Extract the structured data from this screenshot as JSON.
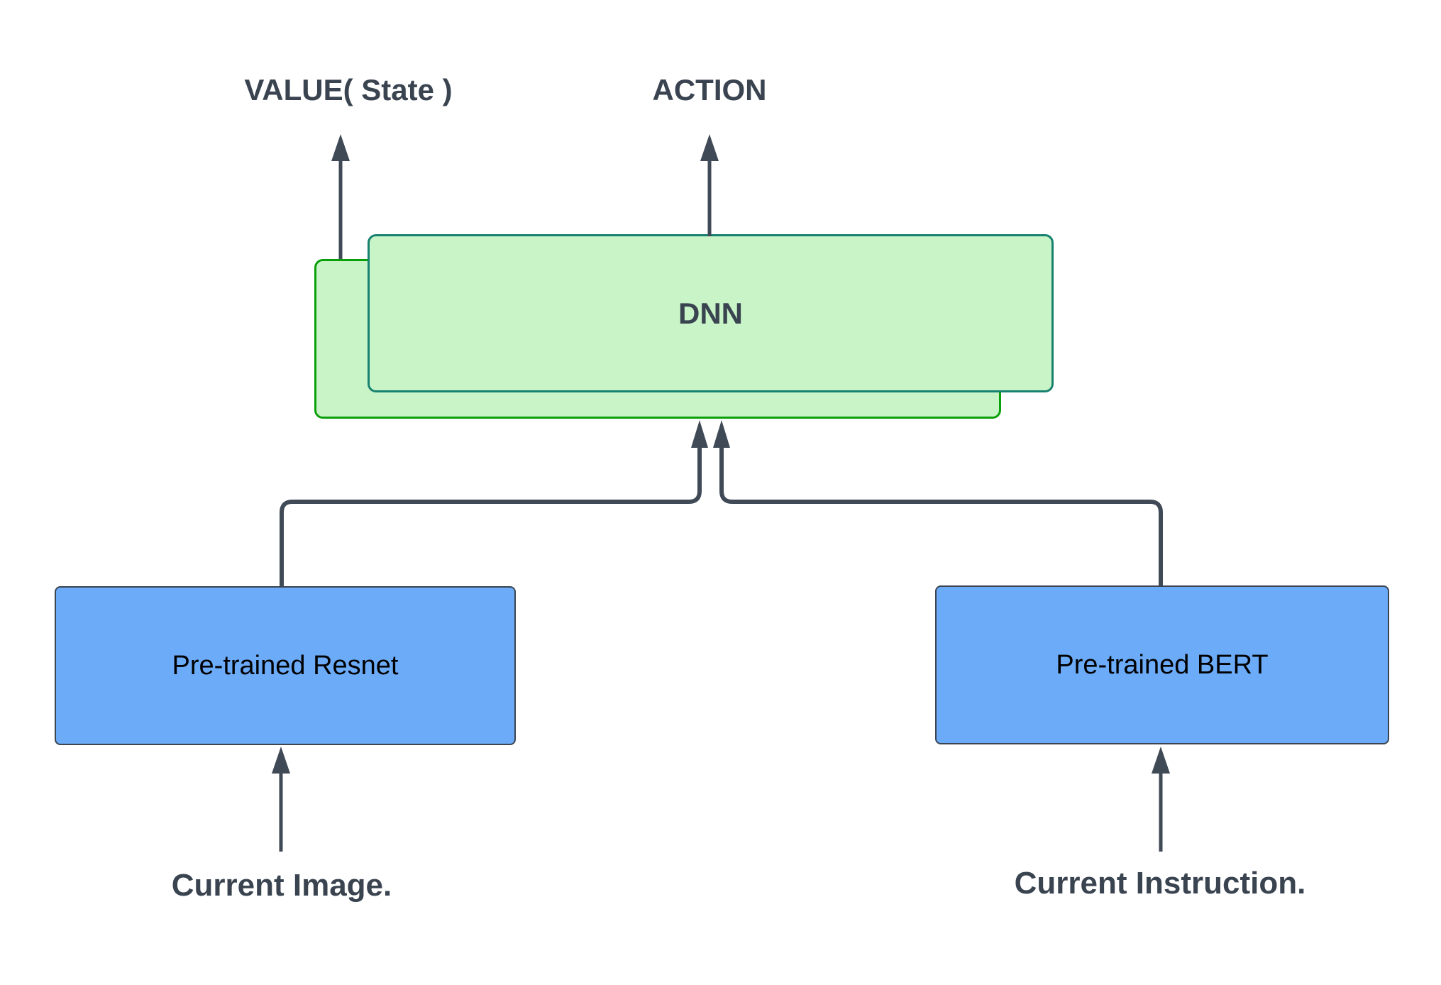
{
  "labels": {
    "value_output": "VALUE( State )",
    "action_output": "ACTION",
    "dnn": "DNN",
    "resnet": "Pre-trained Resnet",
    "bert": "Pre-trained BERT",
    "current_image": "Current Image.",
    "current_instruction": "Current Instruction."
  },
  "colors": {
    "arrow": "#3F4A56",
    "label_text": "#3A4450",
    "green_fill": "#C9F4C8",
    "green_border_back": "#0AA00A",
    "green_border_front": "#17816F",
    "blue_fill": "#6CABF8",
    "blue_border": "#3A4551",
    "box_text": "#000000",
    "background": "#FFFFFF"
  }
}
